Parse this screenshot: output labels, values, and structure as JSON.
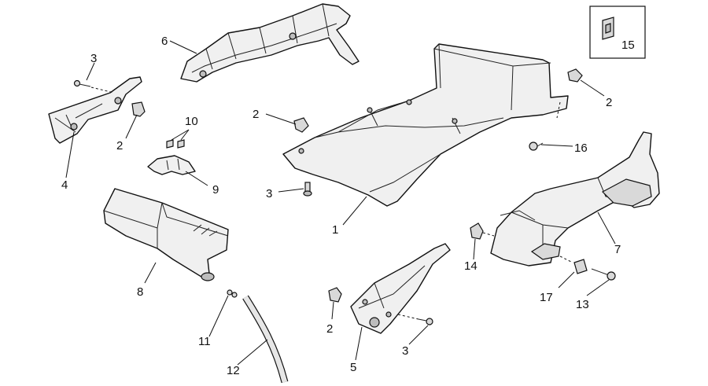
{
  "callouts": {
    "c_6": "6",
    "c_3a": "3",
    "c_2a": "2",
    "c_4": "4",
    "c_10": "10",
    "c_9": "9",
    "c_8": "8",
    "c_11": "11",
    "c_12": "12",
    "c_2b": "2",
    "c_3b": "3",
    "c_1": "1",
    "c_15": "15",
    "c_2c": "2",
    "c_16": "16",
    "c_7": "7",
    "c_14": "14",
    "c_2d": "2",
    "c_5": "5",
    "c_3c": "3",
    "c_17": "17",
    "c_13": "13"
  }
}
